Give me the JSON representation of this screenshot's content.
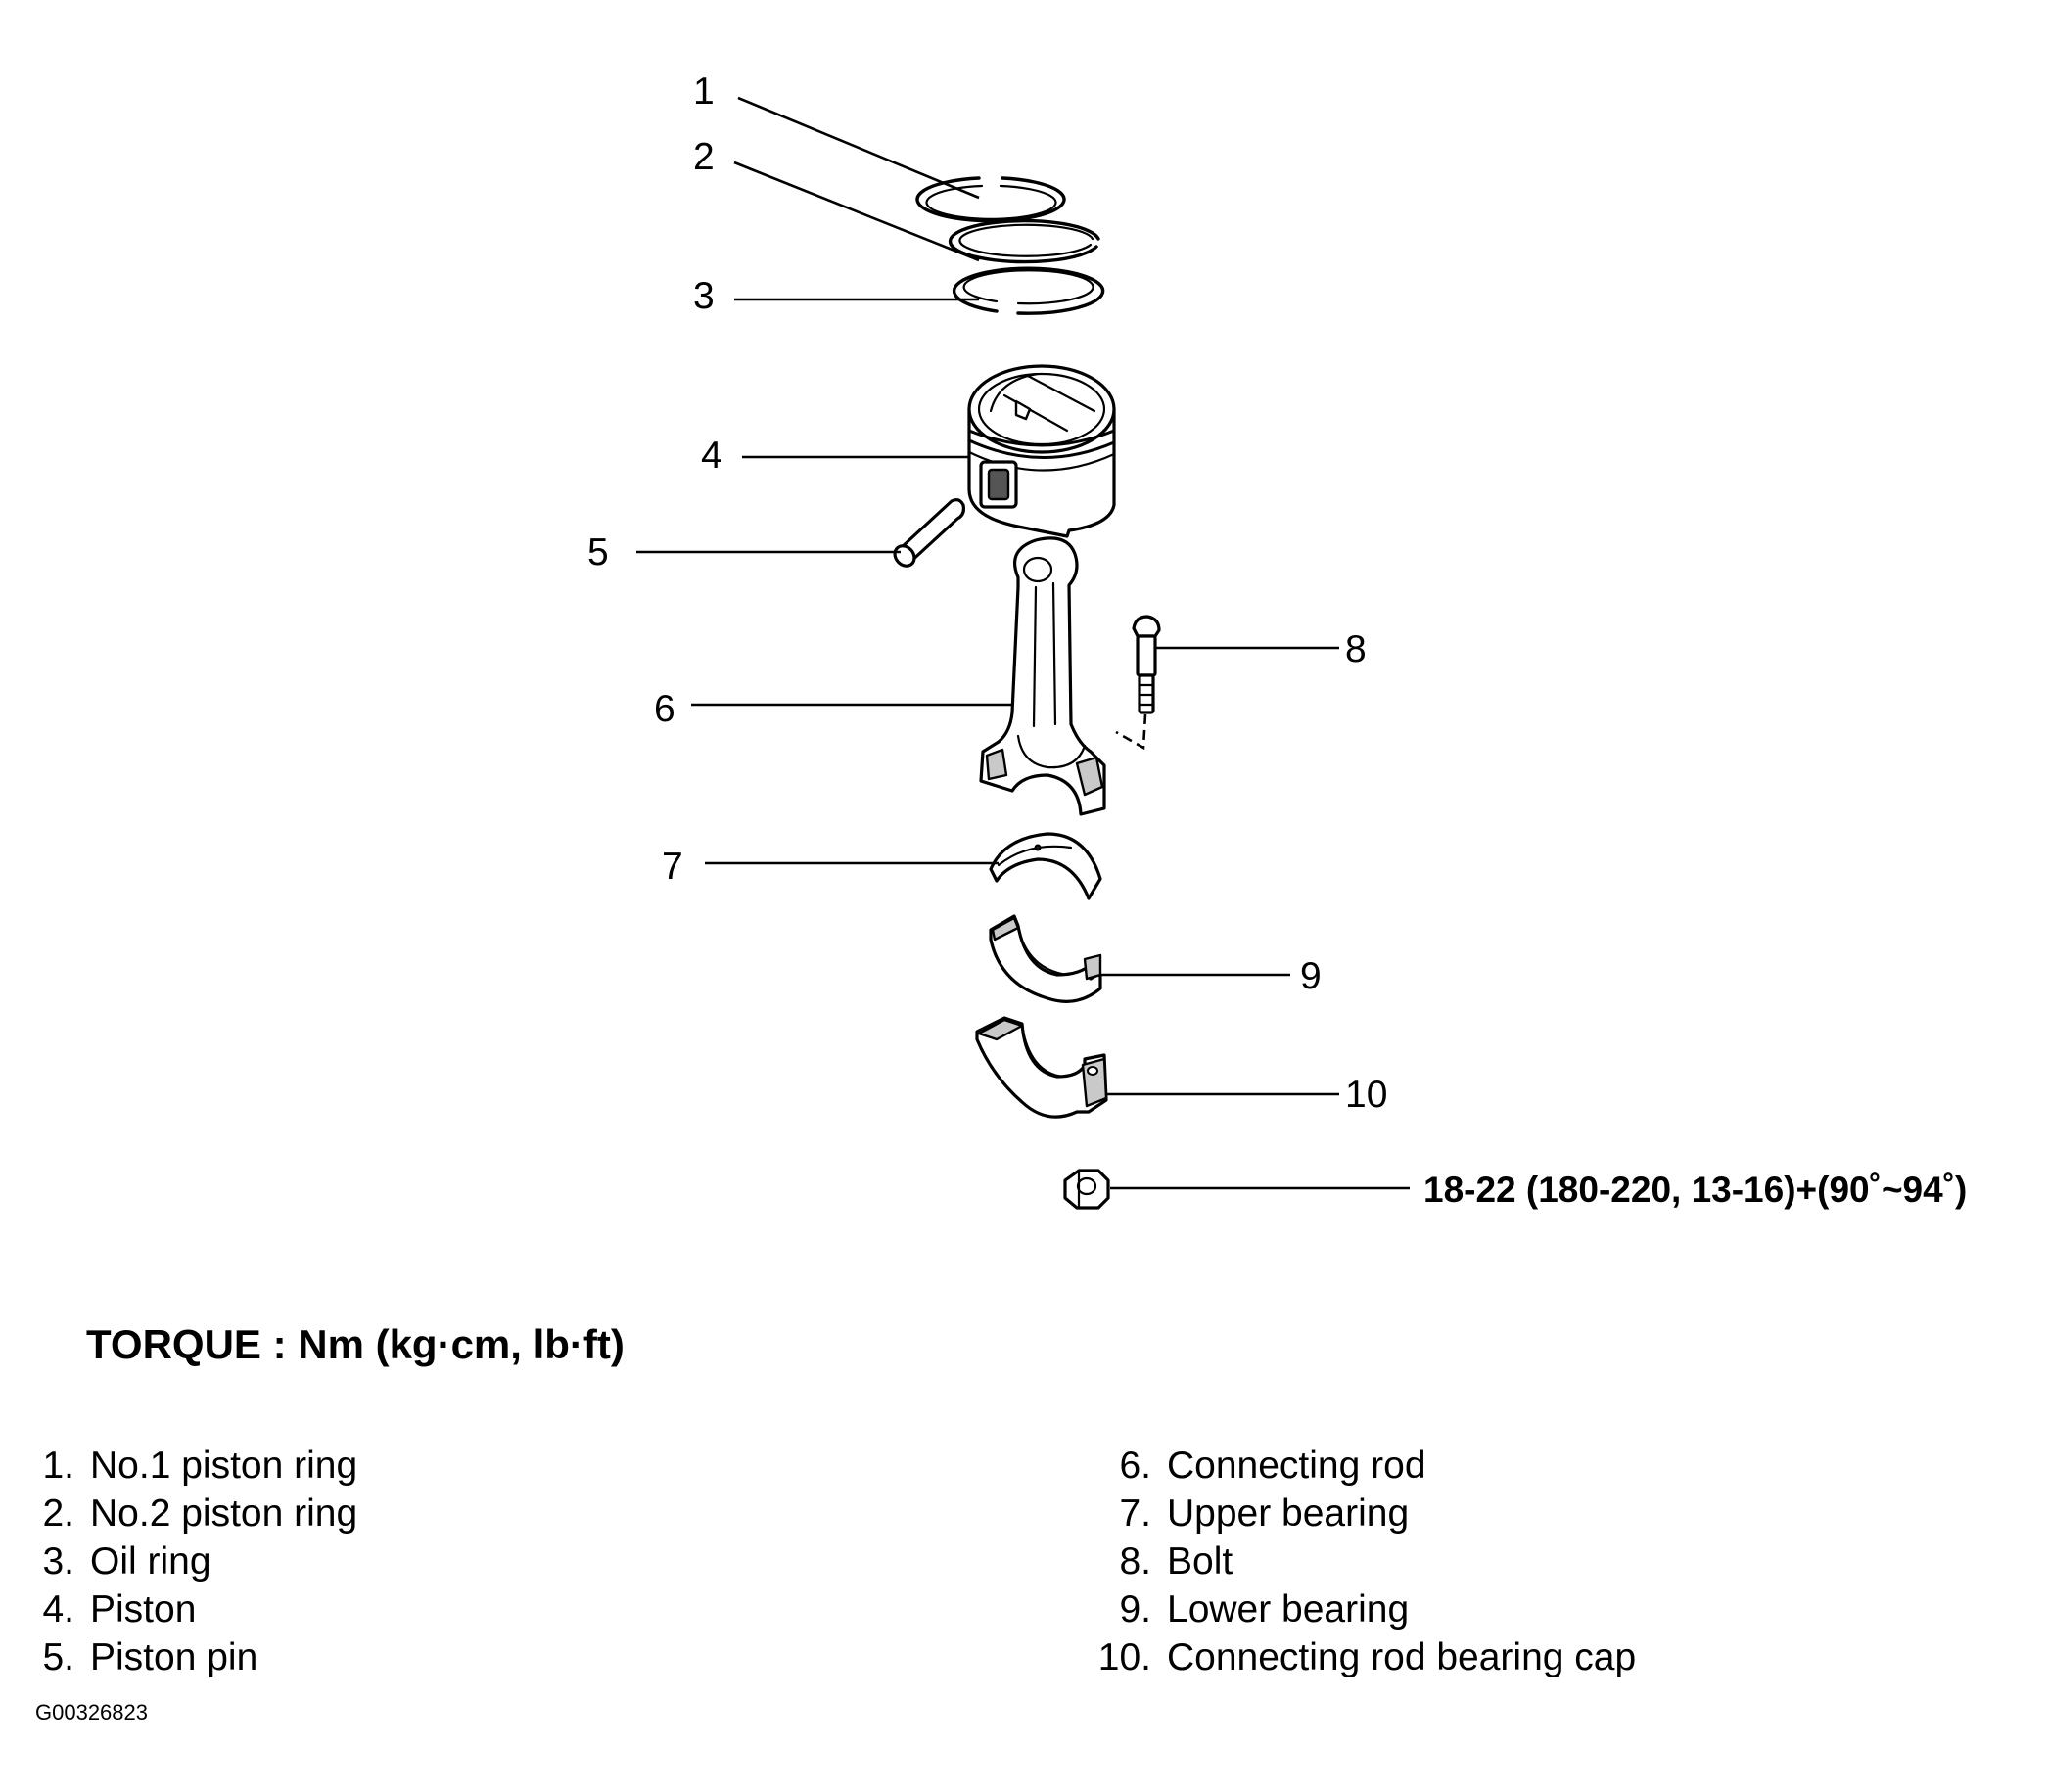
{
  "callouts": [
    "1",
    "2",
    "3",
    "4",
    "5",
    "6",
    "7",
    "8",
    "9",
    "10"
  ],
  "torque_spec": "18-22 (180-220, 13-16)+(90˚~94˚)",
  "torque_heading": "TORQUE : Nm (kg·cm, lb·ft)",
  "legend": [
    {
      "num": "1.",
      "label": "No.1 piston ring"
    },
    {
      "num": "2.",
      "label": "No.2 piston ring"
    },
    {
      "num": "3.",
      "label": "Oil ring"
    },
    {
      "num": "4.",
      "label": "Piston"
    },
    {
      "num": "5.",
      "label": "Piston pin"
    },
    {
      "num": "6.",
      "label": "Connecting rod"
    },
    {
      "num": "7.",
      "label": "Upper bearing"
    },
    {
      "num": "8.",
      "label": "Bolt"
    },
    {
      "num": "9.",
      "label": "Lower bearing"
    },
    {
      "num": "10.",
      "label": "Connecting rod bearing cap"
    }
  ],
  "figure_id": "G00326823"
}
